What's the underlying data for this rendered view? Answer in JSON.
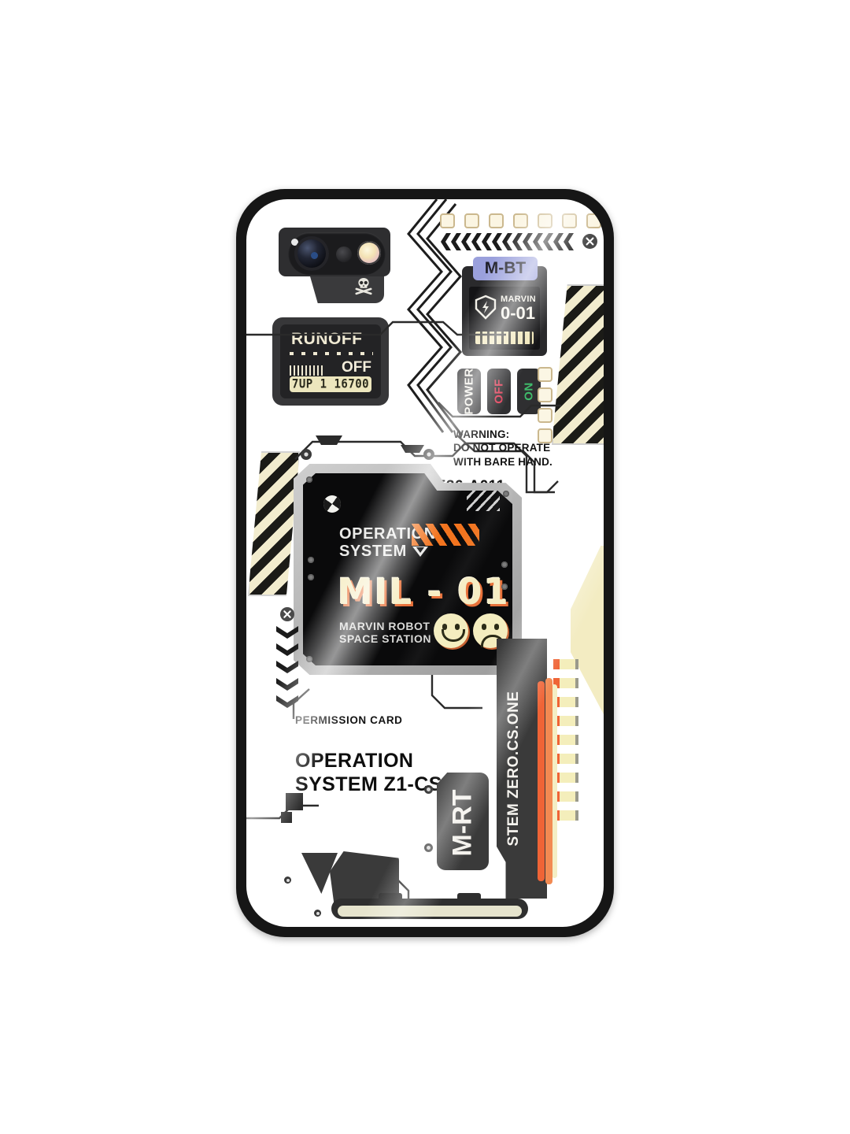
{
  "product": {
    "type": "phone-case",
    "device": "iPhone",
    "background_color": "#ffffff"
  },
  "colors": {
    "case_frame": "#161616",
    "case_back": "#ffffff",
    "accent_orange": "#ef6436",
    "accent_cream": "#f4eebb",
    "accent_periwinkle": "#9aa0dc",
    "status_off_red": "#e0405a",
    "status_on_green": "#3fba6a",
    "panel_grey": "#9b9b9b",
    "screen_black": "#0a0a0b",
    "hazard_light": "#f2ecce",
    "hazard_dark": "#1b1b17"
  },
  "camera": {
    "name": "camera-module",
    "lens_count": 1,
    "skull_icon": "skull-and-crossbones-icon",
    "mic_icon": "microphone-hole-icon"
  },
  "runoff_panel": {
    "title": "RUNOFF",
    "status": "OFF",
    "lcd_value": "7UP 1 16700"
  },
  "mbt_module": {
    "tab_label": "M-BT",
    "shield_icon": "lightning-shield-icon",
    "brand": "MARVIN",
    "code": "0-01"
  },
  "power_switches": [
    {
      "label": "POWER",
      "state": "label",
      "name": "power-switch-label"
    },
    {
      "label": "OFF",
      "state": "off",
      "name": "power-switch-off"
    },
    {
      "label": "ON",
      "state": "on",
      "name": "power-switch-on"
    }
  ],
  "warning": {
    "line1": "WARNING:",
    "line2": "DO NOT OPERATE",
    "line3": "WITH BARE HAND."
  },
  "part_code": "8536-A011",
  "main_panel": {
    "os_line1": "OPERATION",
    "os_line2": "SYSTEM",
    "dropdown_icon": "triangle-down-icon",
    "logo_icon": "marvin-circle-logo-icon",
    "title": "MIL - 01",
    "subtitle_line1": "MARVIN ROBOT",
    "subtitle_line2": "SPACE STATION",
    "faces": [
      {
        "name": "smiley-face-icon",
        "mood": "happy"
      },
      {
        "name": "sad-face-icon",
        "mood": "sad"
      }
    ]
  },
  "permission": {
    "label": "PERMISSION CARD",
    "line1": "OPERATION",
    "line2": "SYSTEM Z1-CS01"
  },
  "mrt_tag": {
    "label": "M-RT"
  },
  "stem_block": {
    "label": "STEM ZERO.CS.ONE"
  },
  "indicators": {
    "top_dot_count": 7,
    "top_chevron_count": 13,
    "chevron_down_count": 5,
    "side_led_count": 4,
    "led_strip_count": 9,
    "x_icon": "x-circle-icon",
    "chevron_left_icon": "chevron-left-icon",
    "chevron_down_icon": "chevron-down-icon"
  }
}
